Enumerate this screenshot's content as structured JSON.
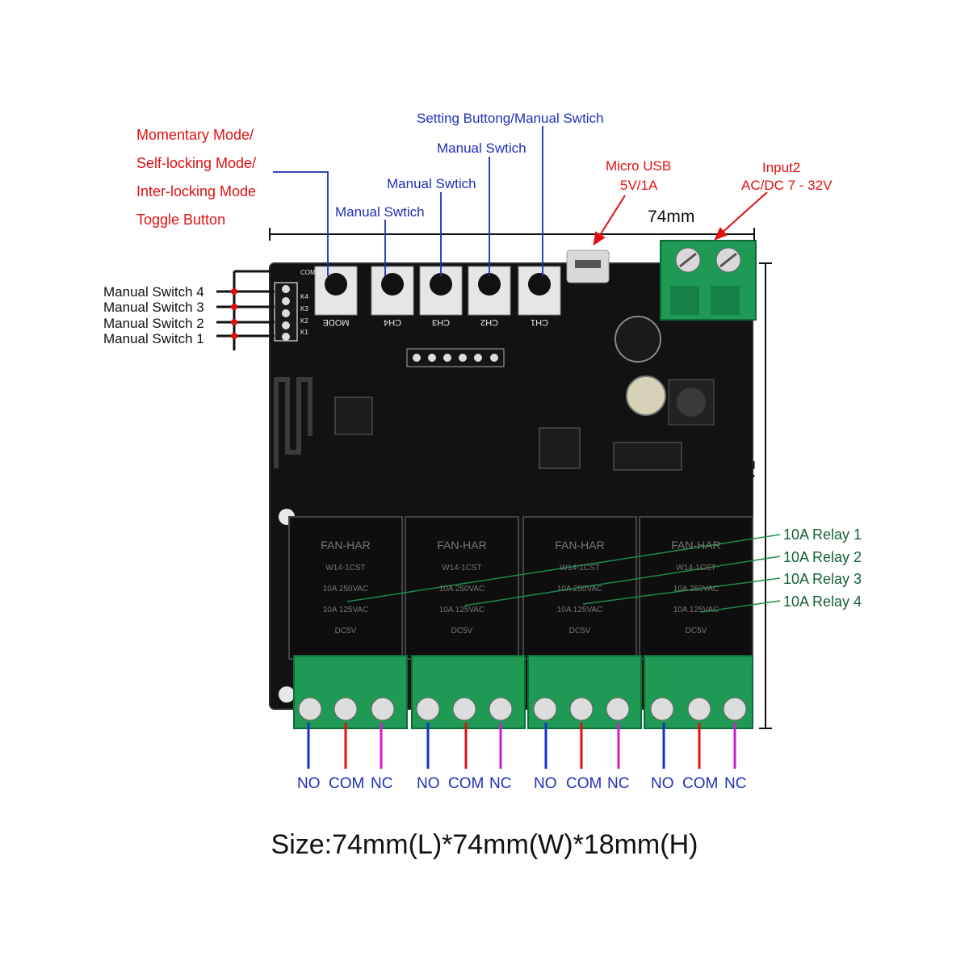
{
  "mode_button_labels": [
    "Momentary Mode/",
    "Self-locking Mode/",
    "Inter-locking Mode",
    "Toggle Button"
  ],
  "setting_button_label": "Setting Buttong/Manual Swtich",
  "manual_switch_callouts": [
    "Manual Swtich",
    "Manual Swtich",
    "Manual Swtich"
  ],
  "usb": {
    "line1": "Micro USB",
    "line2": "5V/1A"
  },
  "input": {
    "line1": "Input2",
    "line2": "AC/DC 7 - 32V"
  },
  "dimension_width": "74mm",
  "dimension_height": "74mm",
  "manual_switches": [
    "Manual Switch 4",
    "Manual Switch 3",
    "Manual Switch 2",
    "Manual Switch 1"
  ],
  "relays": [
    "10A Relay 1",
    "10A Relay 2",
    "10A Relay 3",
    "10A Relay 4"
  ],
  "terminal_groups": [
    {
      "no": "NO",
      "com": "COM",
      "nc": "NC"
    },
    {
      "no": "NO",
      "com": "COM",
      "nc": "NC"
    },
    {
      "no": "NO",
      "com": "COM",
      "nc": "NC"
    },
    {
      "no": "NO",
      "com": "COM",
      "nc": "NC"
    }
  ],
  "size_caption": "Size:74mm(L)*74mm(W)*18mm(H)",
  "board_silkscreen": {
    "buttons": [
      "MODE",
      "CH4",
      "CH3",
      "CH2",
      "CH1"
    ],
    "header_pins": [
      "COM",
      "K4",
      "K3",
      "K2",
      "K1"
    ],
    "relay_brand": "FAN-HAR",
    "relay_model": "W14-1CST",
    "relay_rating": [
      "10A 250VAC",
      "10A 125VAC"
    ],
    "relay_coil": "DC5V"
  },
  "colors": {
    "label_red": "#e01010",
    "label_blue": "#1f2fb8",
    "label_green": "#15603a",
    "pcb": "#111111",
    "terminal_green": "#1f9a55",
    "wire_no": "#1433c8",
    "wire_com": "#e01010",
    "wire_nc": "#d21ad2"
  }
}
